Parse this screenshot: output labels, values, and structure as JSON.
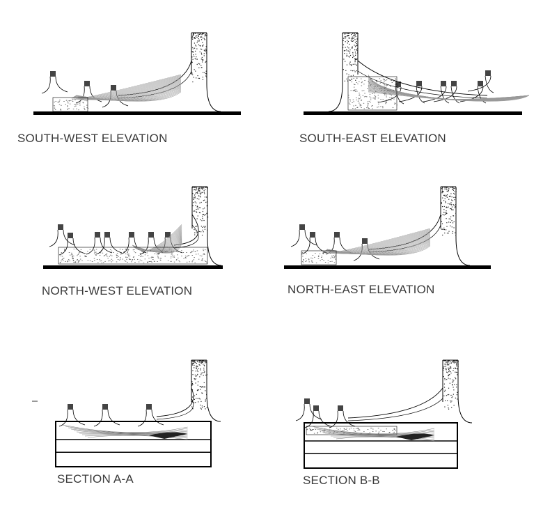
{
  "panels": [
    {
      "id": "sw",
      "label": "SOUTH-WEST ELEVATION"
    },
    {
      "id": "se",
      "label": "SOUTH-EAST ELEVATION"
    },
    {
      "id": "nw",
      "label": "NORTH-WEST ELEVATION"
    },
    {
      "id": "ne",
      "label": "NORTH-EAST ELEVATION"
    },
    {
      "id": "aa",
      "label": "SECTION A-A"
    },
    {
      "id": "bb",
      "label": "SECTION B-B"
    }
  ]
}
